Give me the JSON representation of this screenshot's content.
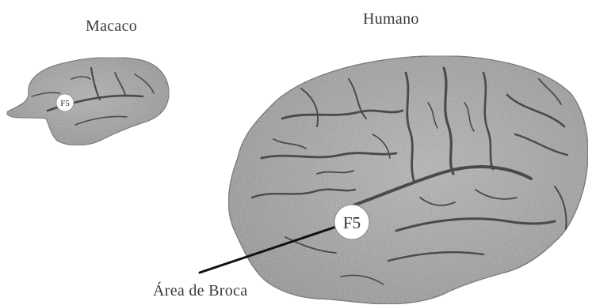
{
  "labels": {
    "monkey": "Macaco",
    "human": "Humano",
    "broca": "Área de Broca"
  },
  "markers": {
    "monkey_f5": "F5",
    "human_f5": "F5"
  },
  "colors": {
    "brain_fill": "#9e9e9e",
    "sulcus": "#4a4a4a",
    "outline": "#5c5c5c",
    "marker_fill": "#ffffff",
    "leader_line": "#111111"
  }
}
